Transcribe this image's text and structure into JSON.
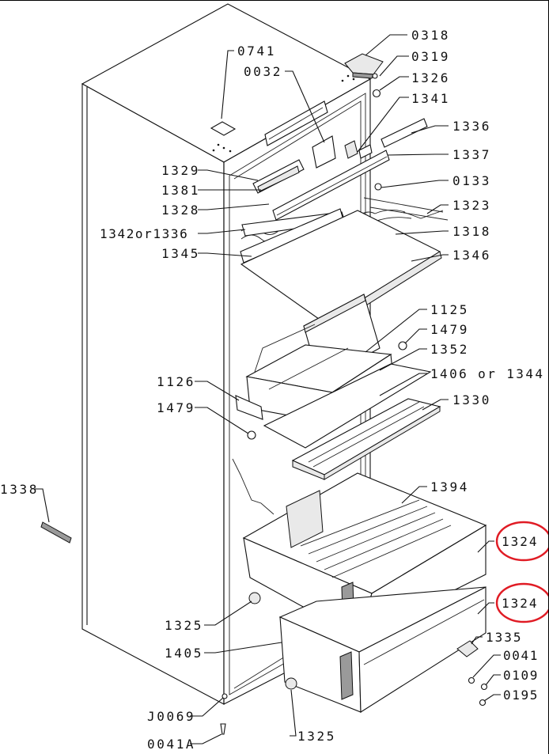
{
  "frame": {
    "border_color": "#000000"
  },
  "highlight_color": "#e01b24",
  "labels": {
    "l0318": "0318",
    "l0319": "0319",
    "l0741": "0741",
    "l0032": "0032",
    "l1326": "1326",
    "l1341": "1341",
    "l1336": "1336",
    "l1337": "1337",
    "l1329": "1329",
    "l0133": "0133",
    "l1381": "1381",
    "l1328": "1328",
    "l1323": "1323",
    "l1342": "1342or1336",
    "l1318": "1318",
    "l1345": "1345",
    "l1346": "1346",
    "l1125": "1125",
    "l1479a": "1479",
    "l1352": "1352",
    "l1406": "1406 or 1344",
    "l1126": "1126",
    "l1330": "1330",
    "l1479b": "1479",
    "l1338": "1338",
    "l1394": "1394",
    "l1324a": "1324",
    "l1324b": "1324",
    "l1325a": "1325",
    "l1335": "1335",
    "l1405": "1405",
    "l0041": "0041",
    "l0109": "0109",
    "l0195": "0195",
    "lJ0069": "J0069",
    "l1325b": "1325",
    "l0041A": "0041A"
  }
}
